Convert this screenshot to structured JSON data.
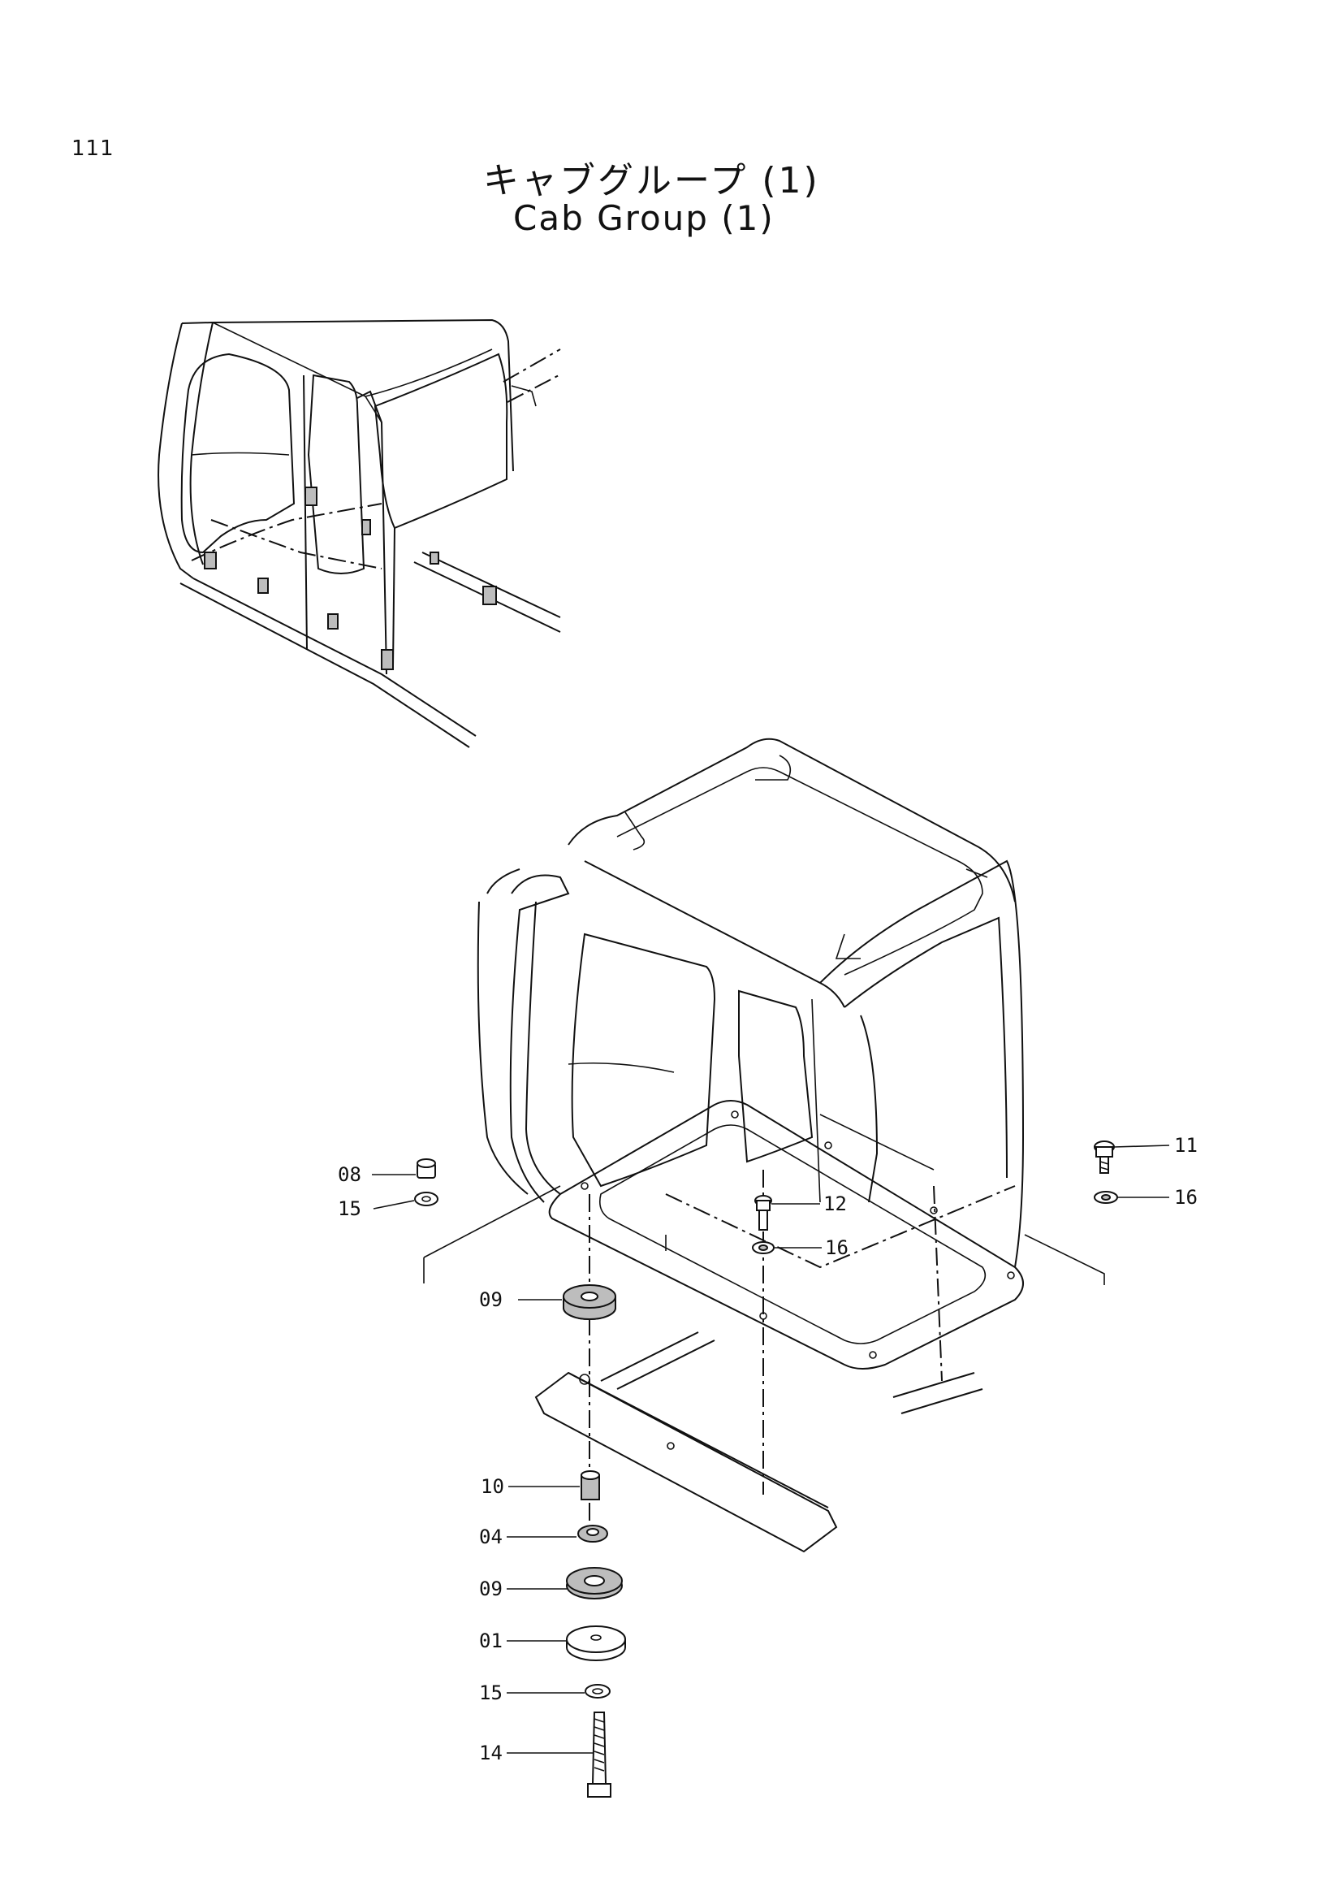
{
  "page_number": "111",
  "title_jp": "キャブグループ (1)",
  "title_en": "Cab Group (1)",
  "callouts": {
    "c08": "08",
    "c15a": "15",
    "c09a": "09",
    "c10": "10",
    "c04": "04",
    "c09b": "09",
    "c01": "01",
    "c15b": "15",
    "c14": "14",
    "c12": "12",
    "c16a": "16",
    "c11": "11",
    "c16b": "16"
  }
}
